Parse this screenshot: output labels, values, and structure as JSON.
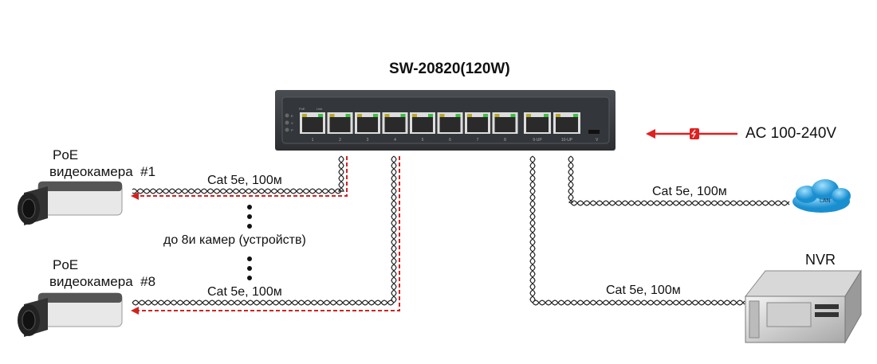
{
  "switch": {
    "model": "SW-20820(120W)",
    "leds": [
      "E",
      "V",
      "P"
    ],
    "led_headers": [
      "PoE",
      "Link"
    ],
    "ports": [
      "1",
      "2",
      "3",
      "4",
      "5",
      "6",
      "7",
      "8"
    ],
    "uplinks": [
      "9-UP",
      "10-UP"
    ],
    "switch_label": "V"
  },
  "power": {
    "label": "AC 100-240V",
    "color": "#e02020"
  },
  "cameras": [
    {
      "line1": "PoE",
      "line2": "видеокамера",
      "num": "#1",
      "cable": "Cat 5e, 100м"
    },
    {
      "line1": "PoE",
      "line2": "видеокамера",
      "num": "#8",
      "cable": "Cat 5e, 100м"
    }
  ],
  "range_note": "до 8и камер (устройств)",
  "lan": {
    "label": "LAN",
    "cable": "Cat 5e, 100м"
  },
  "nvr": {
    "label": "NVR",
    "cable": "Cat 5e, 100м"
  }
}
